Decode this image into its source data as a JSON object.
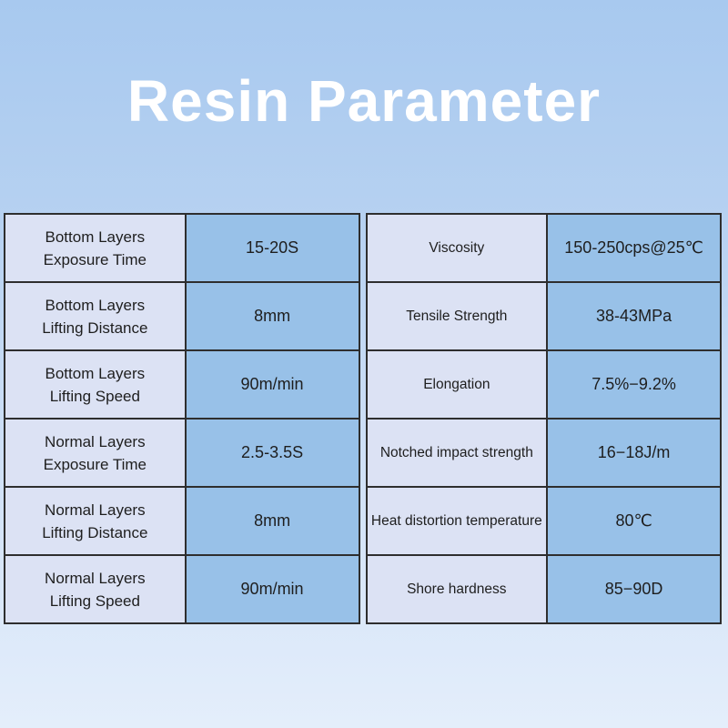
{
  "title": "Resin Parameter",
  "colors": {
    "bg-top": "#a8c9ef",
    "bg-bottom": "#e4eefb",
    "title-color": "#ffffff",
    "label-bg": "#dce2f4",
    "value-bg": "#98c1e8",
    "border": "#2e2e2e",
    "text": "#1e1e1e"
  },
  "left_table": {
    "rows": [
      {
        "label_line1": "Bottom Layers",
        "label_line2": "Exposure Time",
        "value": "15-20S"
      },
      {
        "label_line1": "Bottom Layers",
        "label_line2": "Lifting Distance",
        "value": "8mm"
      },
      {
        "label_line1": "Bottom Layers",
        "label_line2": "Lifting Speed",
        "value": "90m/min"
      },
      {
        "label_line1": "Normal Layers",
        "label_line2": "Exposure Time",
        "value": "2.5-3.5S"
      },
      {
        "label_line1": "Normal Layers",
        "label_line2": "Lifting Distance",
        "value": "8mm"
      },
      {
        "label_line1": "Normal Layers",
        "label_line2": "Lifting Speed",
        "value": "90m/min"
      }
    ]
  },
  "right_table": {
    "rows": [
      {
        "label": "Viscosity",
        "value": "150-250cps@25℃"
      },
      {
        "label": "Tensile Strength",
        "value": "38-43MPa"
      },
      {
        "label": "Elongation",
        "value": "7.5%−9.2%"
      },
      {
        "label": "Notched impact strength",
        "value": "16−18J/m"
      },
      {
        "label": "Heat distortion temperature",
        "value": "80℃"
      },
      {
        "label": "Shore hardness",
        "value": "85−90D"
      }
    ]
  }
}
